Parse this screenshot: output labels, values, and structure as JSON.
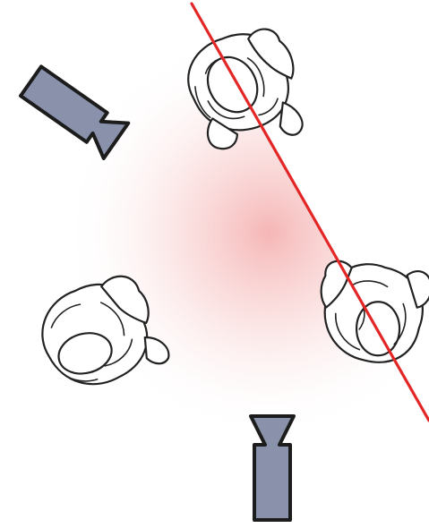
{
  "diagram": {
    "axis_line_color": "#e32626",
    "camera_color": "#8a92ab",
    "region_glow_color": "#f7bcbc",
    "outline_color": "#222222",
    "cameras": [
      {
        "id": "camera-upper-left",
        "icon": "video-camera-icon",
        "facing": "down-right"
      },
      {
        "id": "camera-bottom",
        "icon": "video-camera-icon",
        "facing": "up"
      }
    ],
    "people": [
      {
        "id": "person-top",
        "icon": "person-top-view-icon",
        "side": "on-line"
      },
      {
        "id": "person-left",
        "icon": "person-top-view-icon",
        "side": "camera-side"
      },
      {
        "id": "person-right",
        "icon": "person-top-view-icon",
        "side": "on-line"
      }
    ]
  }
}
